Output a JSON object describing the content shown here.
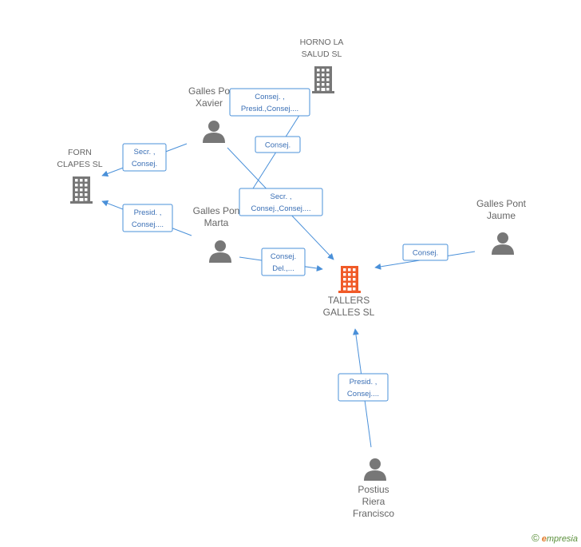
{
  "nodes": [
    {
      "id": "horno",
      "kind": "company",
      "label_lines": [
        "HORNO LA",
        "SALUD SL"
      ]
    },
    {
      "id": "forn",
      "kind": "company",
      "label_lines": [
        "FORN",
        "CLAPES SL"
      ]
    },
    {
      "id": "talleres",
      "kind": "company-main",
      "label_lines": [
        "TALLERS",
        "GALLES SL"
      ]
    },
    {
      "id": "xavier",
      "kind": "person",
      "label_lines": [
        "Galles Po",
        "Xavier"
      ]
    },
    {
      "id": "marta",
      "kind": "person",
      "label_lines": [
        "Galles Pon",
        "Marta"
      ]
    },
    {
      "id": "jaume",
      "kind": "person",
      "label_lines": [
        "Galles Pont",
        "Jaume"
      ]
    },
    {
      "id": "postius",
      "kind": "person",
      "label_lines": [
        "Postius",
        "Riera",
        "Francisco"
      ]
    }
  ],
  "edges": [
    {
      "id": "xavier-horno",
      "from": "xavier",
      "to": "horno",
      "label_lines": [
        "Consej. ,",
        "Presid.,Consej...."
      ]
    },
    {
      "id": "xavier-forn",
      "from": "xavier",
      "to": "forn",
      "label_lines": [
        "Secr. ,",
        "Consej."
      ]
    },
    {
      "id": "marta-horno",
      "from": "marta",
      "to": "horno",
      "label_lines": [
        "Consej."
      ]
    },
    {
      "id": "xavier-talleres",
      "from": "xavier",
      "to": "talleres",
      "label_lines": [
        "Secr. ,",
        "Consej.,Consej...."
      ]
    },
    {
      "id": "marta-forn",
      "from": "marta",
      "to": "forn",
      "label_lines": [
        "Presid. ,",
        "Consej...."
      ]
    },
    {
      "id": "marta-talleres",
      "from": "marta",
      "to": "talleres",
      "label_lines": [
        "Consej.",
        "Del.,..."
      ]
    },
    {
      "id": "jaume-talleres",
      "from": "jaume",
      "to": "talleres",
      "label_lines": [
        "Consej."
      ]
    },
    {
      "id": "postius-talleres",
      "from": "postius",
      "to": "talleres",
      "label_lines": [
        "Presid. ,",
        "Consej...."
      ]
    }
  ],
  "colors": {
    "edge": "#4a90d9",
    "edge_text": "#3a6fb5",
    "company": "#777777",
    "company_main": "#f05a28",
    "person": "#777777",
    "label": "#666666"
  },
  "branding": {
    "copyright": "©",
    "e": "e",
    "rest": "mpresia"
  }
}
